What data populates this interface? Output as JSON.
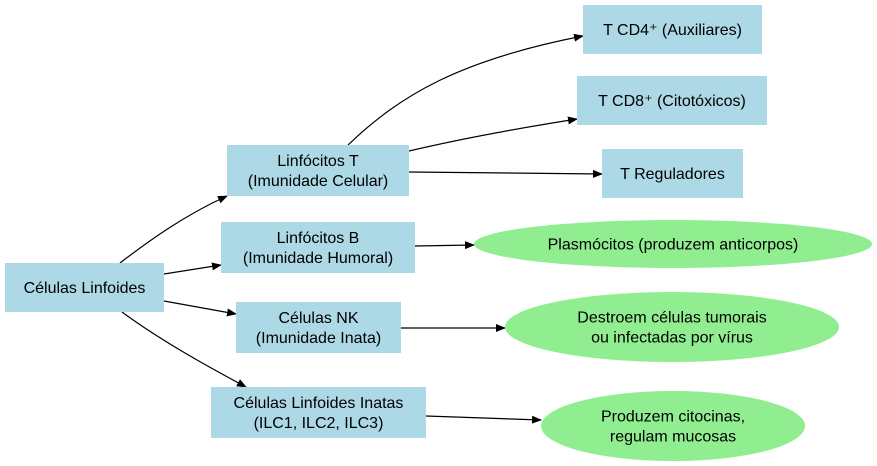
{
  "diagram": {
    "colors": {
      "box": "#add8e6",
      "ellipse": "#90ee90",
      "edge": "#000000"
    },
    "nodes": {
      "root": {
        "lines": [
          "Células Linfoides"
        ]
      },
      "t": {
        "lines": [
          "Linfócitos T",
          "(Imunidade Celular)"
        ]
      },
      "b": {
        "lines": [
          "Linfócitos B",
          "(Imunidade Humoral)"
        ]
      },
      "nk": {
        "lines": [
          "Células NK",
          "(Imunidade Inata)"
        ]
      },
      "ilc": {
        "lines": [
          "Células Linfoides Inatas",
          "(ILC1, ILC2, ILC3)"
        ]
      },
      "cd4": {
        "lines": [
          "T CD4⁺ (Auxiliares)"
        ]
      },
      "cd8": {
        "lines": [
          "T CD8⁺ (Citotóxicos)"
        ]
      },
      "treg": {
        "lines": [
          "T Reguladores"
        ]
      },
      "plasma": {
        "lines": [
          "Plasmócitos (produzem anticorpos)"
        ]
      },
      "destroem": {
        "lines": [
          "Destroem células tumorais",
          "ou infectadas por vírus"
        ]
      },
      "citocinas": {
        "lines": [
          "Produzem citocinas,",
          "regulam mucosas"
        ]
      }
    },
    "edges": [
      [
        "root",
        "t"
      ],
      [
        "root",
        "b"
      ],
      [
        "root",
        "nk"
      ],
      [
        "root",
        "ilc"
      ],
      [
        "t",
        "cd4"
      ],
      [
        "t",
        "cd8"
      ],
      [
        "t",
        "treg"
      ],
      [
        "b",
        "plasma"
      ],
      [
        "nk",
        "destroem"
      ],
      [
        "ilc",
        "citocinas"
      ]
    ]
  }
}
